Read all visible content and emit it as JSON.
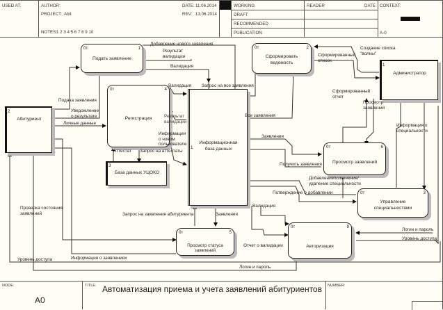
{
  "header": {
    "used_at_label": "USED AT:",
    "author_label": "AUTHOR:",
    "project_label": "PROJECT:",
    "project_value": "Abit",
    "notes_label": "NOTES:",
    "notes_values": "1 2 3 4 5 6 7 8 9 10",
    "date_label": "DATE:",
    "date_value": "11.06.2014",
    "rev_label": "REV:",
    "rev_value": "13.06.2014",
    "status": [
      "WORKING",
      "DRAFT",
      "RECOMMENDED",
      "PUBLICATION"
    ],
    "reader_label": "READER",
    "reader_date_label": "DATE",
    "context_label": "CONTEXT:",
    "context_node": "A-0"
  },
  "diagram": {
    "boxes": [
      {
        "id": "submit",
        "label": "Подать заявление",
        "num": "1",
        "tag": "0т"
      },
      {
        "id": "statement",
        "label": "Сформировать ведомость",
        "num": "2",
        "tag": "0т"
      },
      {
        "id": "registration",
        "label": "Регистрация",
        "num": "4",
        "tag": "0т"
      },
      {
        "id": "infodb",
        "label": "Информационная база данных",
        "num": "1",
        "tag": ""
      },
      {
        "id": "view-apps",
        "label": "Просмотр заявлений",
        "num": "6",
        "tag": "0т"
      },
      {
        "id": "manage-spec",
        "label": "Управление специальностями",
        "num": "3",
        "tag": "0т"
      },
      {
        "id": "status-view",
        "label": "Просмотр статуса заявлений",
        "num": "5",
        "tag": "0т"
      },
      {
        "id": "auth",
        "label": "Авторизация",
        "num": "9",
        "tag": "0т"
      }
    ],
    "externals": [
      {
        "id": "applicant",
        "label": "Абитуриент",
        "num": "2"
      },
      {
        "id": "admin",
        "label": "Администратор",
        "num": "1"
      },
      {
        "id": "ucko",
        "label": "База данных УЦОКО",
        "num": "3"
      }
    ],
    "flows": {
      "add_new": "Добавление нового заявления",
      "validation_result": "Результат валидации",
      "validation1": "Валидация",
      "validation2": "Валидация",
      "validation3": "Валидация",
      "request_all": "Запрос на все заявления",
      "submit_app": "Подача заявления",
      "notify_result": "Уведомление о результате",
      "personal_data": "Личные данные",
      "new_user_info": "Информация о новом пользователе",
      "validation_info": "Результат валидации",
      "certificate": "Аттестат",
      "cert_request": "Запрос на аттестаты",
      "create_wave": "Создание списка \"волны\"",
      "formed_list": "Сформированный список",
      "formed_report": "Сформированный отчет",
      "view_apps": "Просмотр заявлений",
      "spec_info": "Информация о специальности",
      "all_apps": "Все заявления",
      "applications": "Заявления",
      "get_apps": "Получить заявления",
      "add_edit_spec": "Добавление/изменение/удаление специальности",
      "confirm_add": "Потверждение о добавлении",
      "check_status": "Проверка состояния заявлений",
      "req_app_status": "Запрос на заявления абитуриента",
      "applications2": "Заявления",
      "validation_report": "Отчет о валидации",
      "info_apps": "Информация о заявлениях",
      "access_level1": "Уровень доступа",
      "access_level2": "Уровень доступа",
      "login1": "Логин и пароль",
      "login2": "Логин и пароль"
    }
  },
  "footer": {
    "node_label": "NODE:",
    "node_value": "A0",
    "title_label": "TITLE:",
    "title_value": "Автоматизация приема и учета заявлений абитуриентов",
    "number_label": "NUMBER:"
  }
}
